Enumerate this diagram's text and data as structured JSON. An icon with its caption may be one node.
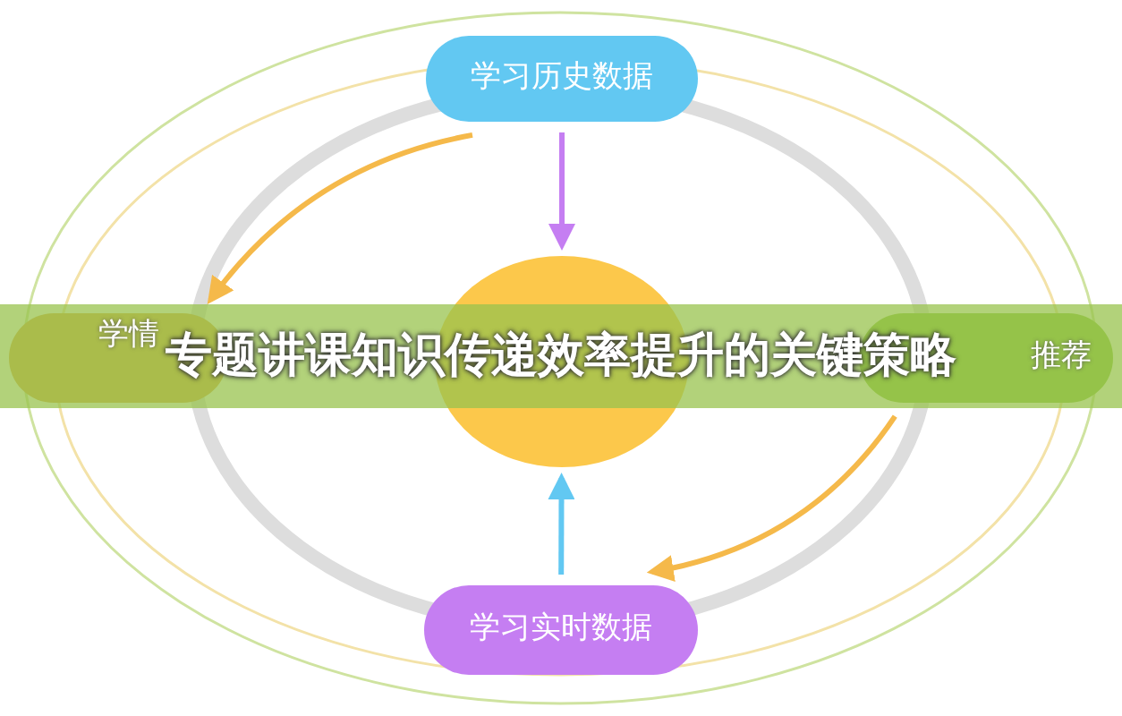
{
  "diagram": {
    "title": "专题讲课知识传递效率提升的关键策略",
    "nodes": [
      {
        "text": [
          "学习历史数据"
        ]
      },
      {
        "text": [
          "学情"
        ]
      },
      {
        "text": [],
        "shape": "circle"
      },
      {
        "text": [
          "推荐"
        ]
      },
      {
        "text": [
          "学习实时数据"
        ]
      }
    ],
    "edges": [
      {
        "from": 0,
        "to": 2,
        "arrow": "to",
        "color": "#c57ef2"
      },
      {
        "from": 4,
        "to": 2,
        "arrow": "to",
        "color": "#62c8f2"
      },
      {
        "from": 0,
        "to": 1,
        "arrow": "to",
        "color": "#f5b94a"
      },
      {
        "from": 3,
        "to": 4,
        "arrow": "to",
        "color": "#f5b94a"
      }
    ]
  }
}
